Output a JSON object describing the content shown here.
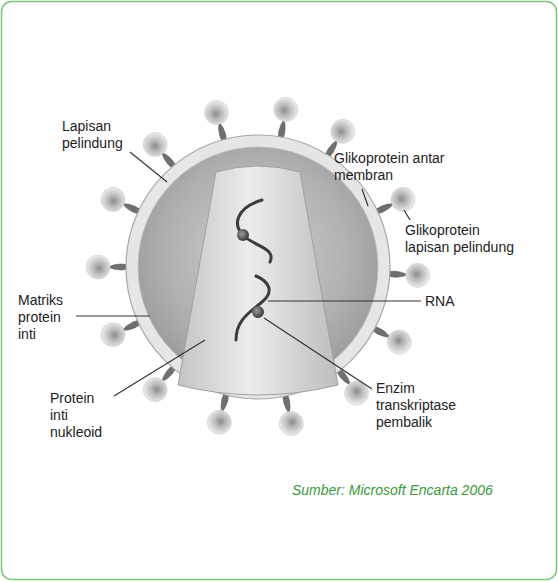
{
  "diagram": {
    "caption": "Sumber: Microsoft Encarta 2006",
    "labels": [
      "Lapisan pelindung",
      "Glikoprotein antar membran",
      "Glikoprotein lapisan pelindung",
      "Matriks protein inti",
      "RNA",
      "Protein inti nukleoid",
      "Enzim transkriptase pembalik"
    ]
  }
}
